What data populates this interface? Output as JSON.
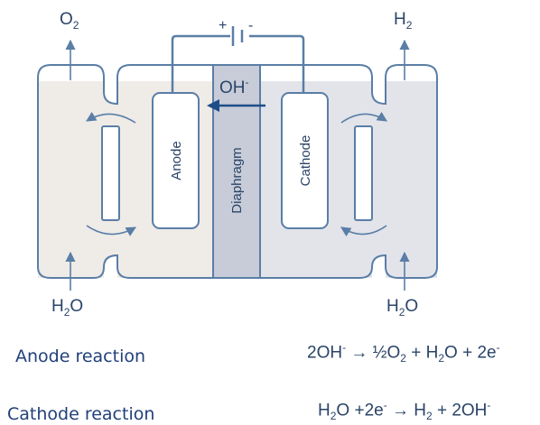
{
  "gases": {
    "oxygen": "O",
    "oxygen_sub": "2",
    "hydrogen": "H",
    "hydrogen_sub": "2"
  },
  "water_left": {
    "h": "H",
    "sub": "2",
    "o": "O"
  },
  "water_right": {
    "h": "H",
    "sub": "2",
    "o": "O"
  },
  "battery": {
    "plus": "+",
    "minus": "-"
  },
  "ion": {
    "base": "OH",
    "charge": "-"
  },
  "electrodes": {
    "anode": "Anode",
    "cathode": "Cathode",
    "diaphragm": "Diaphragm"
  },
  "reactions": {
    "anode_label": "Anode reaction",
    "cathode_label": "Cathode reaction",
    "anode_eq": {
      "a": "2OH",
      "a_sup": "-",
      "arrow": " → ½O",
      "a_sub": "2",
      "b": " + H",
      "b_sub": "2",
      "c": "O + 2e",
      "c_sup": "-"
    },
    "cathode_eq": {
      "a": "H",
      "a_sub": "2",
      "b": "O +2e",
      "b_sup": "-",
      "arrow": " → H",
      "c_sub": "2",
      "d": " + 2OH",
      "d_sup": "-"
    }
  },
  "colors": {
    "outline": "#5a7ea6",
    "left_fill": "#efebe7",
    "right_fill": "#e2e4ea",
    "diaphragm_fill": "#c7ccd8",
    "ion_arrow": "#1e4d88",
    "text": "#2a4468"
  }
}
